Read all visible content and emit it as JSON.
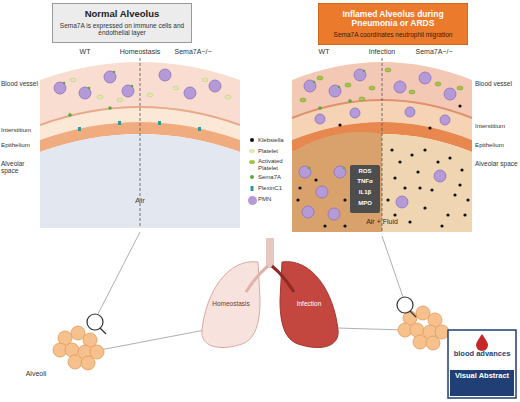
{
  "diagram": {
    "nodes": [
      {
        "text": [
          "Normal Alveolus",
          "Sema7A is expressed on immune cells and endothelial layer"
        ]
      },
      {
        "text": [
          "Inflamed Alveolus during Pneumonia or ARDS",
          "Sema7A coordinates neutrophil migration"
        ]
      }
    ],
    "labels": [
      "WT",
      "Homeostasis",
      "Sema7A−/−",
      "Blood vessel",
      "Interstitium",
      "Epithelium",
      "Alveolar space",
      "Air",
      "WT",
      "Infection",
      "Sema7A−/−",
      "Blood vessel",
      "Interstitium",
      "Epithelium",
      "Alveolar space",
      "ROS",
      "TNFα",
      "IL1β",
      "MPO",
      "Air + Fluid",
      "Homeostasis",
      "Infection",
      "Alveoli",
      "blood advances",
      "Visual Abstract"
    ],
    "legend": [
      {
        "text": "Klebsiella",
        "color": "#111111"
      },
      {
        "text": "Platelet",
        "color": "#dfe9b0"
      },
      {
        "text": "Activated Platelet",
        "color": "#a6c34a"
      },
      {
        "text": "Sema7A",
        "color": "#5aa83c"
      },
      {
        "text": "PlexinC1"
      },
      {
        "text": "PMN",
        "color": "#b49bd8"
      }
    ]
  }
}
